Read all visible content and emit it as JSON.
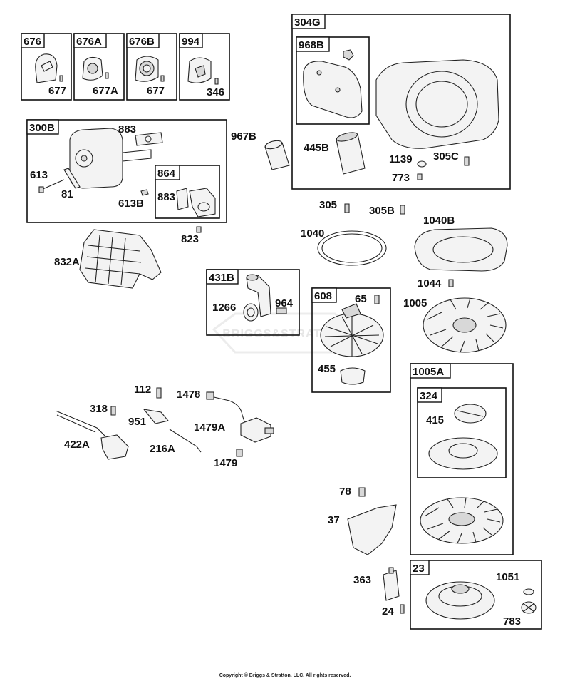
{
  "watermark": "BRIGGS&STRATTON",
  "copyright": "Copyright © Briggs & Stratton, LLC. All rights reserved.",
  "groups": {
    "g676": "676",
    "g676a": "676A",
    "g676b": "676B",
    "g994": "994",
    "g300b": "300B",
    "g864": "864",
    "g304g": "304G",
    "g968b": "968B",
    "g431b": "431B",
    "g608": "608",
    "g1005a": "1005A",
    "g324": "324",
    "g23": "23"
  },
  "parts": {
    "p677a": "677",
    "p677A": "677A",
    "p677b": "677",
    "p346": "346",
    "p883a": "883",
    "p613": "613",
    "p81": "81",
    "p613b": "613B",
    "p883b": "883",
    "p823": "823",
    "p832a": "832A",
    "p967b": "967B",
    "p445b": "445B",
    "p1139": "1139",
    "p305c": "305C",
    "p773": "773",
    "p305": "305",
    "p305b": "305B",
    "p1040": "1040",
    "p1040b": "1040B",
    "p1266": "1266",
    "p964": "964",
    "p65": "65",
    "p455": "455",
    "p1044": "1044",
    "p1005": "1005",
    "p112": "112",
    "p1478": "1478",
    "p318": "318",
    "p951": "951",
    "p1479a": "1479A",
    "p422a": "422A",
    "p216a": "216A",
    "p1479": "1479",
    "p415": "415",
    "p78": "78",
    "p37": "37",
    "p363": "363",
    "p1051": "1051",
    "p24": "24",
    "p783": "783"
  }
}
